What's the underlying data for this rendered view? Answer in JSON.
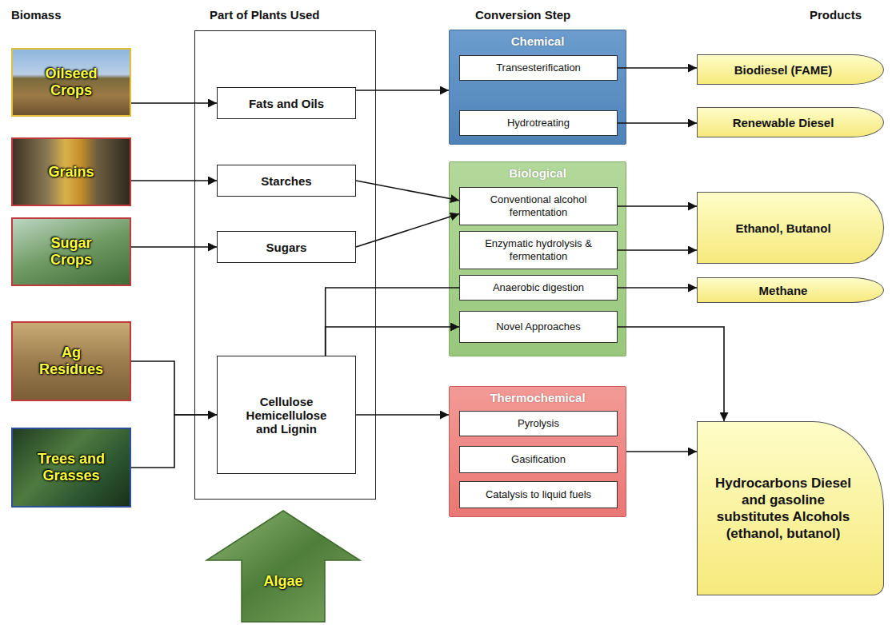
{
  "diagram": {
    "nodes": [
      {
        "text": [
          "Oilseed Crops"
        ]
      },
      {
        "text": [
          "Grains"
        ]
      },
      {
        "text": [
          "Sugar Crops"
        ]
      },
      {
        "text": [
          "Ag Residues"
        ]
      },
      {
        "text": [
          "Trees and Grasses"
        ]
      },
      {
        "text": [
          "Fats and Oils"
        ]
      },
      {
        "text": [
          "Starches"
        ]
      },
      {
        "text": [
          "Sugars"
        ]
      },
      {
        "text": [
          "Cellulose Hemicellulose and Lignin"
        ]
      },
      {
        "text": [
          "Algae"
        ]
      },
      {
        "text": [
          "Chemical"
        ]
      },
      {
        "text": [
          "Transesterification"
        ],
        "in": 10
      },
      {
        "text": [
          "Hydrotreating"
        ],
        "in": 10
      },
      {
        "text": [
          "Biological"
        ]
      },
      {
        "text": [
          "Conventional alcohol fermentation"
        ],
        "in": 13
      },
      {
        "text": [
          "Enzymatic hydrolysis & fermentation"
        ],
        "in": 13
      },
      {
        "text": [
          "Anaerobic digestion"
        ],
        "in": 13
      },
      {
        "text": [
          "Novel Approaches"
        ],
        "in": 13
      },
      {
        "text": [
          "Thermochemical"
        ]
      },
      {
        "text": [
          "Pyrolysis"
        ],
        "in": 18
      },
      {
        "text": [
          "Gasification"
        ],
        "in": 18
      },
      {
        "text": [
          "Catalysis to liquid fuels"
        ],
        "in": 18
      },
      {
        "text": [
          "Biodiesel (FAME)"
        ]
      },
      {
        "text": [
          "Renewable Diesel"
        ]
      },
      {
        "text": [
          "Ethanol, Butanol"
        ]
      },
      {
        "text": [
          "Methane"
        ]
      },
      {
        "text": [
          "Hydrocarbons Diesel and gasoline substitutes Alcohols (ethanol, butanol)"
        ]
      }
    ],
    "edges": [
      {
        "from": 0,
        "to": 5,
        "arrow": "to"
      },
      {
        "from": 1,
        "to": 6,
        "arrow": "to"
      },
      {
        "from": 2,
        "to": 7,
        "arrow": "to"
      },
      {
        "from": 3,
        "to": 8,
        "arrow": "to"
      },
      {
        "from": 4,
        "to": 8,
        "arrow": "to"
      },
      {
        "from": 5,
        "to": 10,
        "arrow": "to"
      },
      {
        "from": 6,
        "to": 14,
        "arrow": "to"
      },
      {
        "from": 7,
        "to": 14,
        "arrow": "to"
      },
      {
        "from": 11,
        "to": 22,
        "arrow": "to"
      },
      {
        "from": 12,
        "to": 23,
        "arrow": "to"
      },
      {
        "from": 14,
        "to": 24,
        "arrow": "to"
      },
      {
        "from": 15,
        "to": 24,
        "arrow": "to"
      },
      {
        "from": 16,
        "to": 25,
        "arrow": "to"
      },
      {
        "from": 8,
        "to": 16,
        "arrow": "none"
      },
      {
        "from": 8,
        "to": 17,
        "arrow": "to"
      },
      {
        "from": 8,
        "to": 18,
        "arrow": "to"
      },
      {
        "from": 17,
        "to": 26,
        "arrow": "to"
      },
      {
        "from": 18,
        "to": 26,
        "arrow": "to"
      }
    ],
    "labels": [
      "Biomass",
      "Part of Plants Used",
      "Conversion Step",
      "Products"
    ]
  }
}
